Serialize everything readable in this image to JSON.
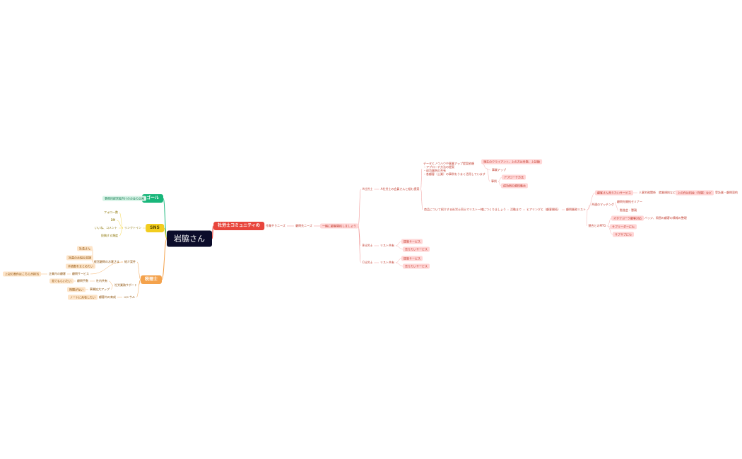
{
  "mindmap": {
    "center": {
      "label": "岩脇さん"
    },
    "colors": {
      "center": "#0b0c2a",
      "red": "#e8453c",
      "green": "#18b67a",
      "yellow": "#f2cd1f",
      "orange": "#f4a24c",
      "pink_fill": "#ffd6d6",
      "pink_line": "#f29a9a"
    },
    "red_branch": {
      "root": "社労士コミュニティの",
      "n1": "作業やりニーズ",
      "n2": "顧問先ニーズ",
      "n3": "一緒に顧客開拓しましょう",
      "a": {
        "label": "A社労士",
        "n1": "A社労士の会員さんと組む提案",
        "note": "データとノウハウや事業アップ提案依頼\n・アプローチ方法の提案\n・成功事例の共有\n・各顧客（士業）の事例をうまく活用しています",
        "note_items": [
          "現在のクライアント、上の方は件数、上記額",
          "事業アップ",
          "事例"
        ],
        "case_items": [
          "アプローチ方法",
          "成功例の資料集め"
        ],
        "m1": "商品について紹介する",
        "m2": "社労士同士でリスト一緒につくりましょう",
        "m3": "活動まで",
        "m4": "ヒアリングと（顧客開拓）",
        "m5": "顧問業務リスト",
        "r1": "顧客さん売りたいサービス",
        "r1a": "人事労務関係　就業規則など",
        "r1b": "上の件は料金（年間）など",
        "r1c": "受託業・顧問契約",
        "r2": "共通のマッチング",
        "r2items": [
          "顧問先開拓セミナー",
          "勉強会・懇親"
        ],
        "r3": "競合とのMTG",
        "r3a": "オタクヨーク顧客対応",
        "r3a1": "バッジ、周囲の顧客の情報の整理",
        "r3items": [
          "サブリーダーにも",
          "サブサブにも"
        ]
      },
      "b": {
        "label": "B社労士",
        "n1": "リスト共有",
        "items": [
          "提案サービス",
          "売りたいサービス"
        ]
      },
      "c": {
        "label": "C社労士",
        "n1": "リスト共有",
        "items": [
          "提案サービス",
          "売りたいサービス"
        ]
      }
    },
    "goal_branch": {
      "root": "ゴール",
      "leaf": "事務所経営者向けのお金の企画"
    },
    "sns_branch": {
      "root": "SNS",
      "n1": "リンクトイン",
      "items": [
        "フォロー数",
        "DM",
        "いいね、コメント",
        "投稿する頻度"
      ]
    },
    "zeirishi_branch": {
      "root": "税理士",
      "g1": {
        "label": "紹介案件",
        "n1": "経営顧問のお客さま",
        "leaves": [
          "社長さん",
          "社員のお悩み支援",
          "手続数をまとめたい"
        ],
        "n2": "企業内の顧客",
        "n2sub": "上記の案件はこちらが担当",
        "n3": "顧問サービス"
      },
      "g2": {
        "label": "社労業務サポート",
        "n1": "社内共有",
        "n1a": "顧問手数",
        "n1a1": "見てもらいたい",
        "n2": "事業拡大アップ",
        "n2a": "時間がない"
      },
      "g3": {
        "label": "コンサル",
        "n1": "顧客内の育成",
        "n1a": "ノートに共有したい"
      }
    }
  }
}
